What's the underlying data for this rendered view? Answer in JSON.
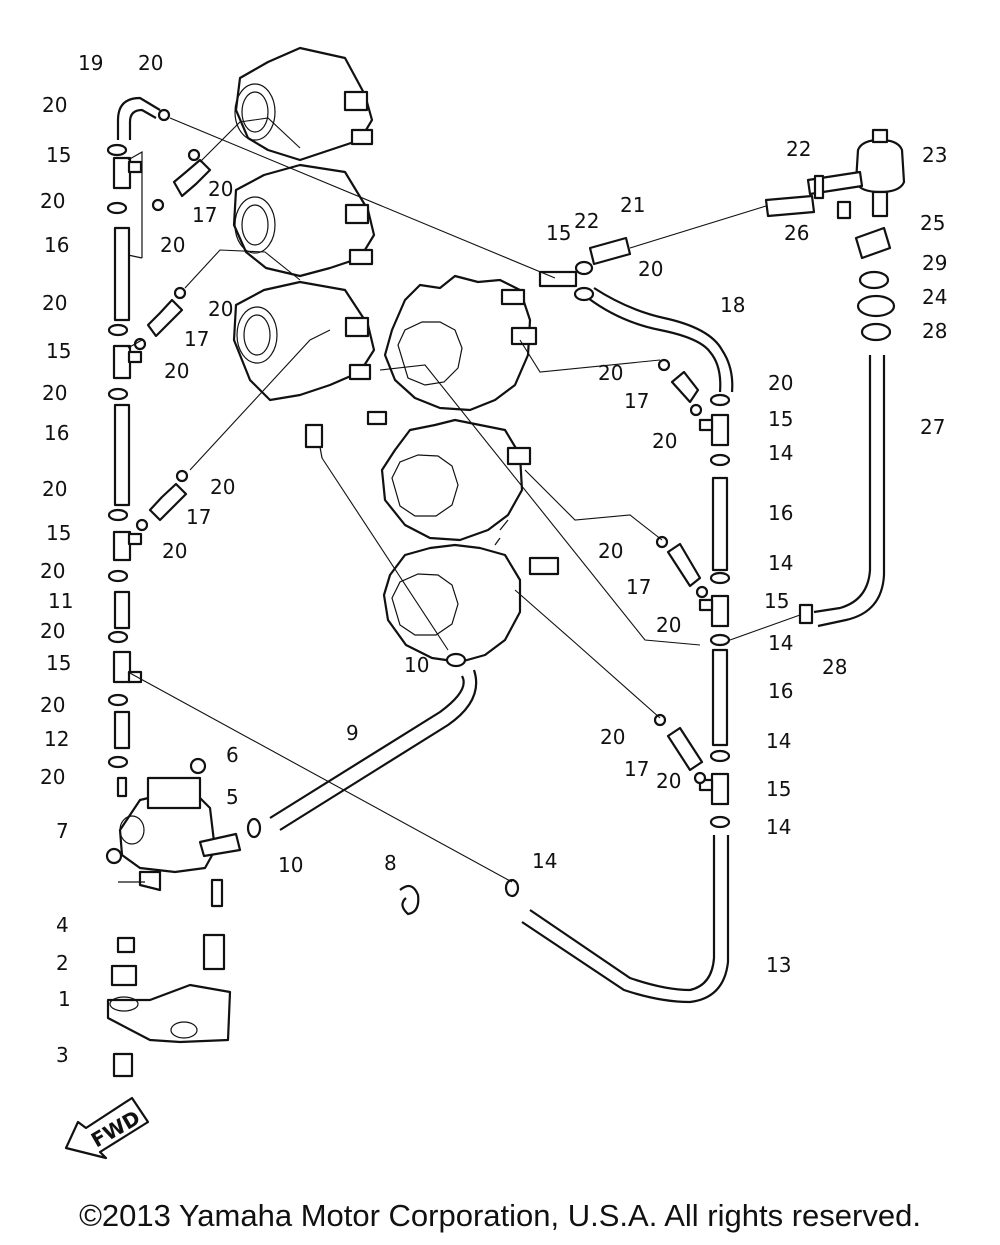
{
  "callouts": [
    {
      "id": "19",
      "part": "hose-elbow"
    },
    {
      "id": "20",
      "part": "hose-clip"
    },
    {
      "id": "15",
      "part": "tee-joint"
    },
    {
      "id": "16",
      "part": "fuel-hose-long"
    },
    {
      "id": "17",
      "part": "fuel-hose-short"
    },
    {
      "id": "11",
      "part": "fuel-hose-segment"
    },
    {
      "id": "12",
      "part": "fuel-hose-segment"
    },
    {
      "id": "9",
      "part": "fuel-hose"
    },
    {
      "id": "10",
      "part": "hose-clip"
    },
    {
      "id": "8",
      "part": "clip"
    },
    {
      "id": "7",
      "part": "bolt"
    },
    {
      "id": "6",
      "part": "bolt"
    },
    {
      "id": "5",
      "part": "fuel-pump"
    },
    {
      "id": "4",
      "part": "bolt"
    },
    {
      "id": "2",
      "part": "grommet"
    },
    {
      "id": "1",
      "part": "bracket"
    },
    {
      "id": "3",
      "part": "collar"
    },
    {
      "id": "13",
      "part": "fuel-hose"
    },
    {
      "id": "14",
      "part": "hose-clip"
    },
    {
      "id": "18",
      "part": "fuel-hose"
    },
    {
      "id": "21",
      "part": "fuel-hose"
    },
    {
      "id": "22",
      "part": "hose-clip"
    },
    {
      "id": "23",
      "part": "pressure-regulator"
    },
    {
      "id": "24",
      "part": "grommet"
    },
    {
      "id": "25",
      "part": "bracket"
    },
    {
      "id": "26",
      "part": "bolt"
    },
    {
      "id": "27",
      "part": "fuel-hose"
    },
    {
      "id": "28",
      "part": "hose-clip"
    },
    {
      "id": "29",
      "part": "collar"
    }
  ],
  "fwd_label": "FWD",
  "copyright": "©2013 Yamaha Motor Corporation, U.S.A. All rights reserved."
}
